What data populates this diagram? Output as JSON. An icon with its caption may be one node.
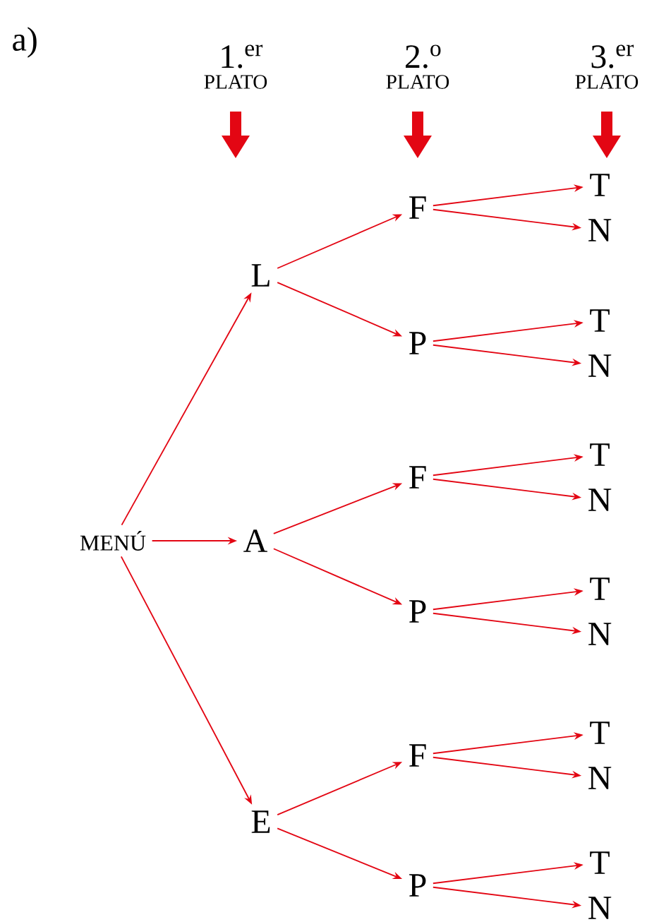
{
  "diagram": {
    "nodes": [
      {
        "text": [
          "MENÚ"
        ]
      },
      {
        "text": [
          "L"
        ]
      },
      {
        "text": [
          "A"
        ]
      },
      {
        "text": [
          "E"
        ]
      },
      {
        "text": [
          "F"
        ]
      },
      {
        "text": [
          "P"
        ]
      },
      {
        "text": [
          "F"
        ]
      },
      {
        "text": [
          "P"
        ]
      },
      {
        "text": [
          "F"
        ]
      },
      {
        "text": [
          "P"
        ]
      },
      {
        "text": [
          "T"
        ]
      },
      {
        "text": [
          "N"
        ]
      },
      {
        "text": [
          "T"
        ]
      },
      {
        "text": [
          "N"
        ]
      },
      {
        "text": [
          "T"
        ]
      },
      {
        "text": [
          "N"
        ]
      },
      {
        "text": [
          "T"
        ]
      },
      {
        "text": [
          "N"
        ]
      },
      {
        "text": [
          "T"
        ]
      },
      {
        "text": [
          "N"
        ]
      },
      {
        "text": [
          "T"
        ]
      },
      {
        "text": [
          "N"
        ]
      }
    ],
    "edges": [
      {
        "from": 0,
        "to": 1,
        "arrow": "to"
      },
      {
        "from": 0,
        "to": 2,
        "arrow": "to"
      },
      {
        "from": 0,
        "to": 3,
        "arrow": "to"
      },
      {
        "from": 1,
        "to": 4,
        "arrow": "to"
      },
      {
        "from": 1,
        "to": 5,
        "arrow": "to"
      },
      {
        "from": 2,
        "to": 6,
        "arrow": "to"
      },
      {
        "from": 2,
        "to": 7,
        "arrow": "to"
      },
      {
        "from": 3,
        "to": 8,
        "arrow": "to"
      },
      {
        "from": 3,
        "to": 9,
        "arrow": "to"
      },
      {
        "from": 4,
        "to": 10,
        "arrow": "to"
      },
      {
        "from": 4,
        "to": 11,
        "arrow": "to"
      },
      {
        "from": 5,
        "to": 12,
        "arrow": "to"
      },
      {
        "from": 5,
        "to": 13,
        "arrow": "to"
      },
      {
        "from": 6,
        "to": 14,
        "arrow": "to"
      },
      {
        "from": 6,
        "to": 15,
        "arrow": "to"
      },
      {
        "from": 7,
        "to": 16,
        "arrow": "to"
      },
      {
        "from": 7,
        "to": 17,
        "arrow": "to"
      },
      {
        "from": 8,
        "to": 18,
        "arrow": "to"
      },
      {
        "from": 8,
        "to": 19,
        "arrow": "to"
      },
      {
        "from": 9,
        "to": 20,
        "arrow": "to"
      },
      {
        "from": 9,
        "to": 21,
        "arrow": "to"
      }
    ],
    "labels": [
      "a)",
      "1.$^{er}$",
      "PLATO",
      "2.$^{o}$",
      "PLATO",
      "3.$^{er}$",
      "PLATO"
    ]
  }
}
